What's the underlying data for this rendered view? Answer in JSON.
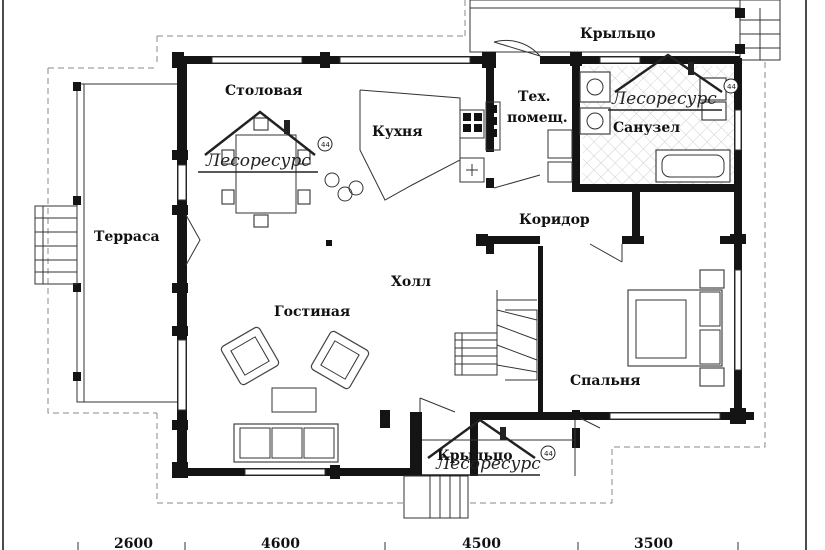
{
  "rooms": {
    "porch_top": "Крыльцо",
    "dining": "Столовая",
    "kitchen": "Кухня",
    "tech_line1": "Тех.",
    "tech_line2": "помещ.",
    "bathroom": "Санузел",
    "terrace": "Терраса",
    "corridor": "Коридор",
    "hall": "Холл",
    "living": "Гостиная",
    "bedroom": "Спальня",
    "porch_bottom": "Крыльцо"
  },
  "watermark": {
    "brand": "Лесоресурс",
    "badge": "44"
  },
  "dimensions": [
    "2600",
    "4600",
    "4500",
    "3500"
  ],
  "colors": {
    "wall": "#141414",
    "line": "#333333",
    "dash": "#888888",
    "tile": "#dddddd"
  }
}
